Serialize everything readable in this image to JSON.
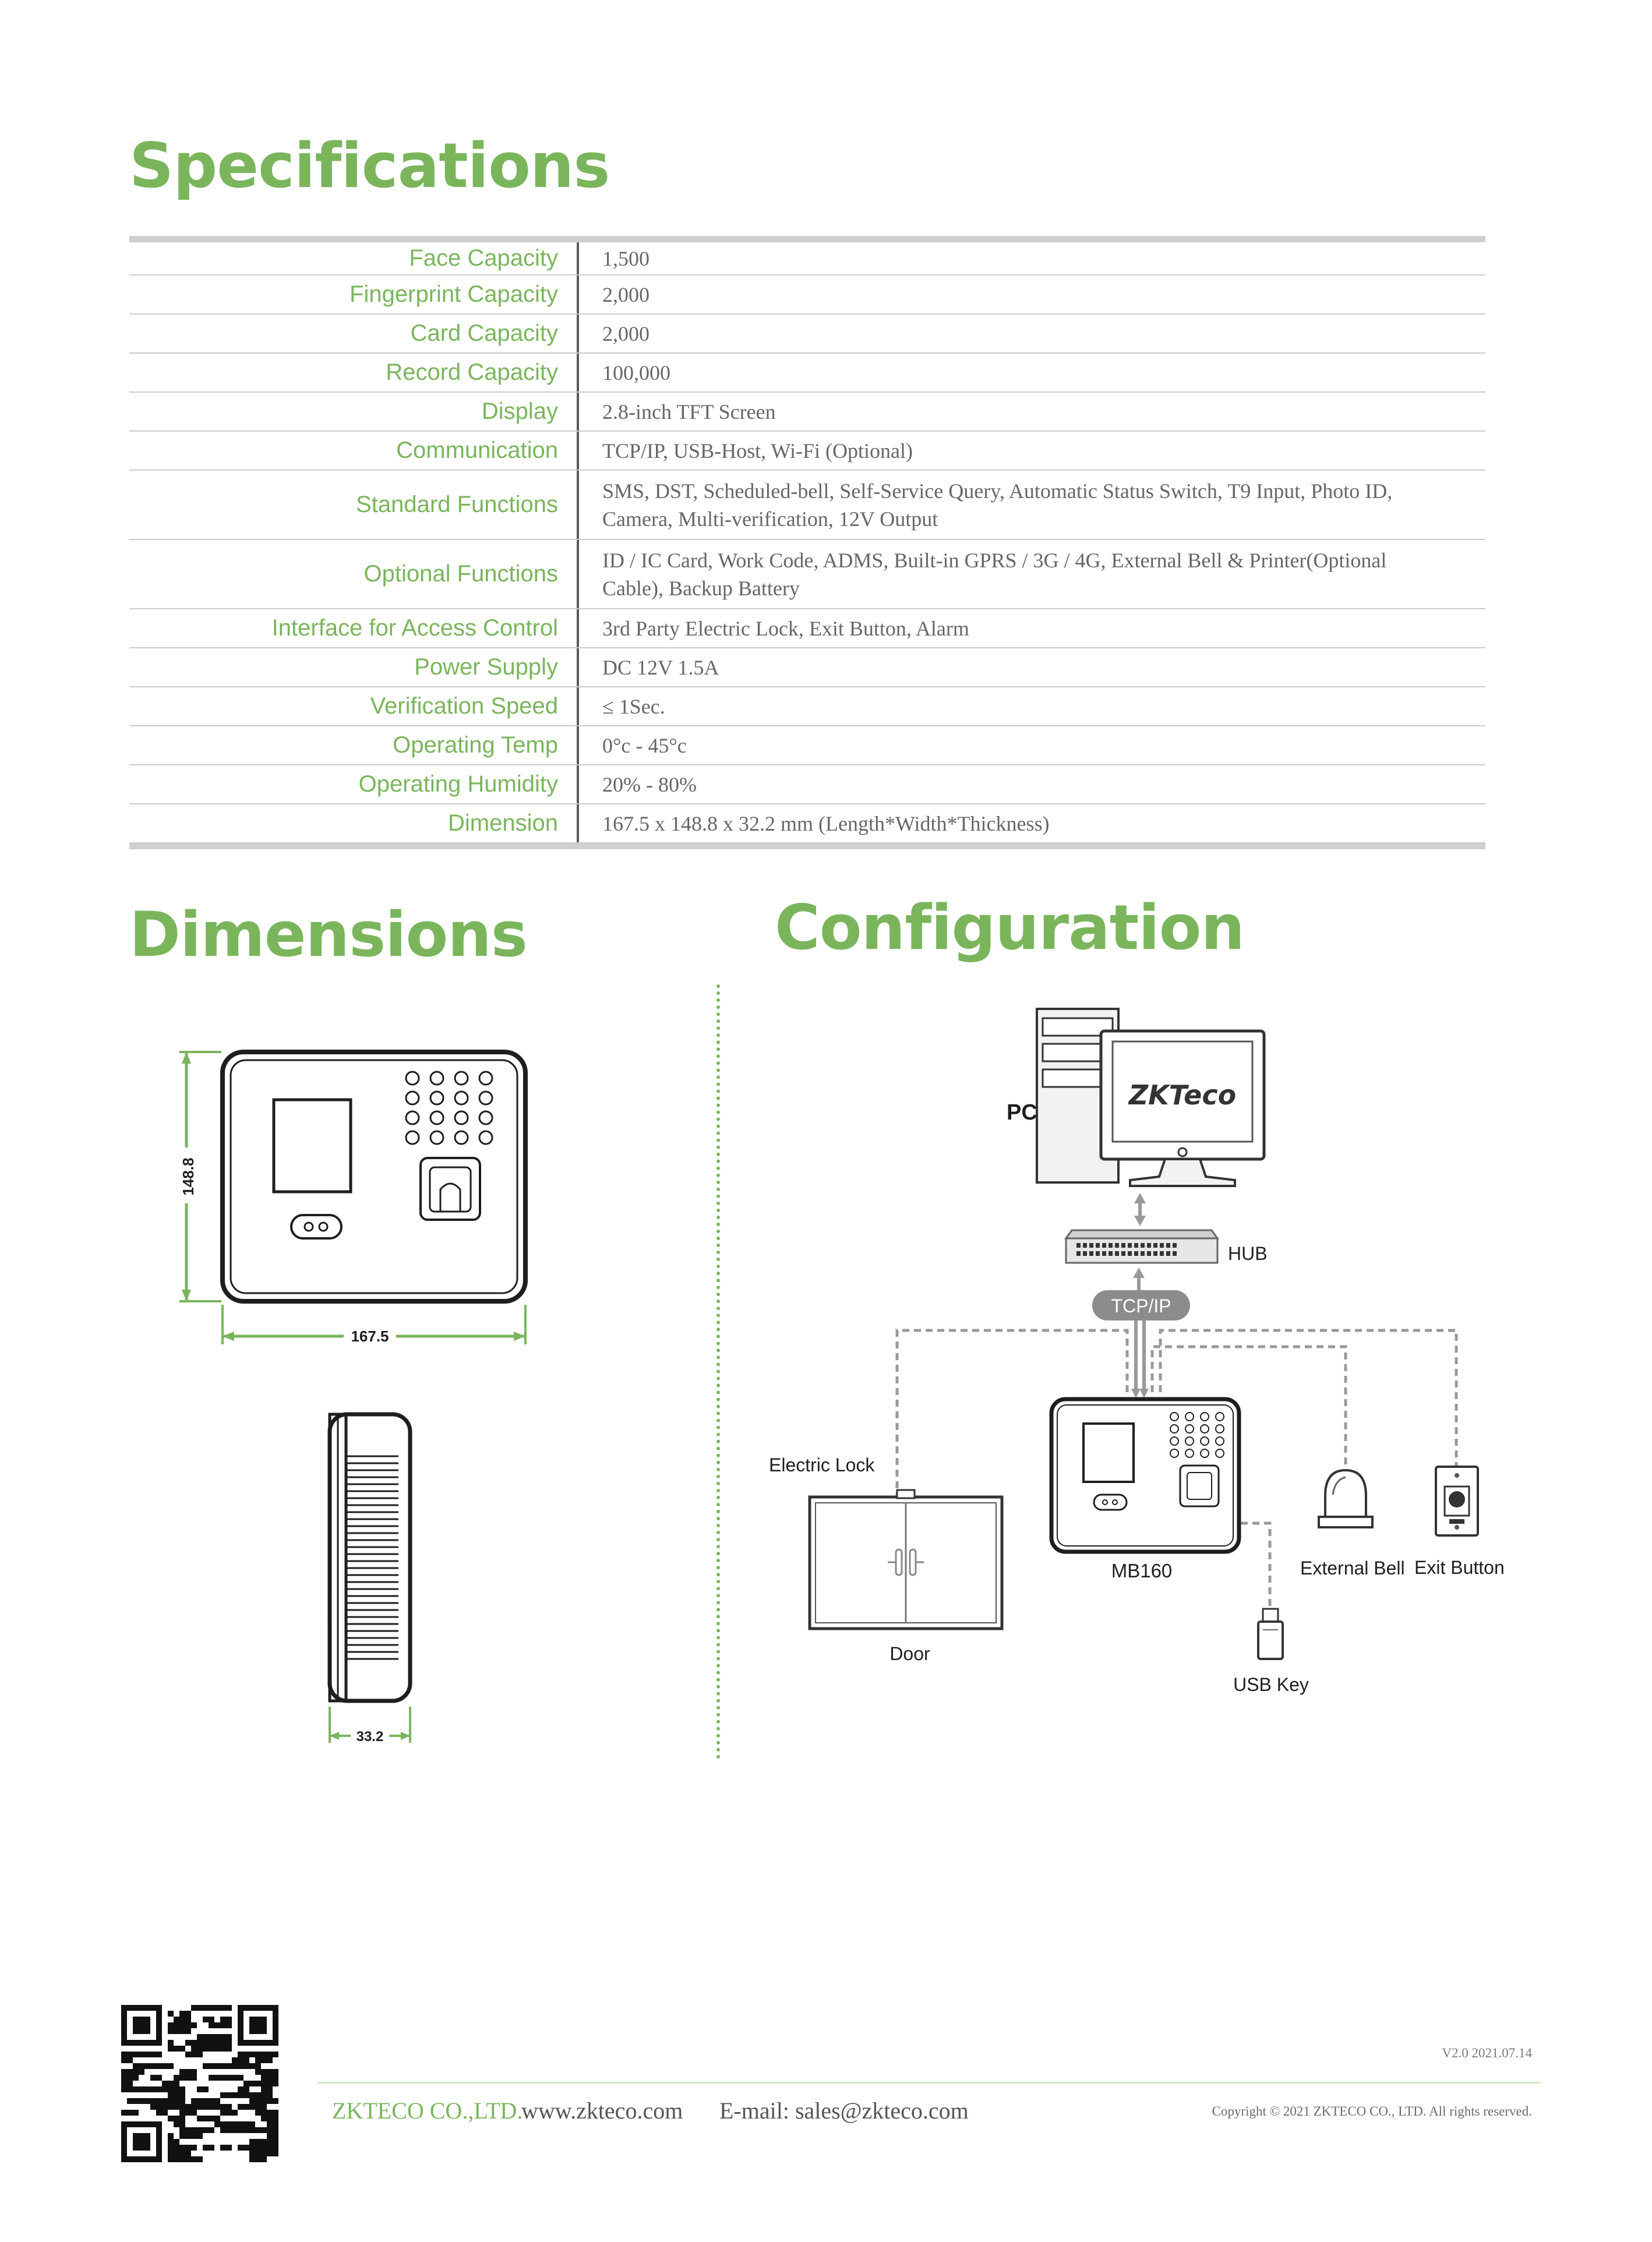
{
  "sections": {
    "specifications": "Specifications",
    "dimensions": "Dimensions",
    "configuration": "Configuration"
  },
  "spec_rows": [
    {
      "label": "Face Capacity",
      "value": "1,500"
    },
    {
      "label": "Fingerprint Capacity",
      "value": "2,000"
    },
    {
      "label": "Card Capacity",
      "value": "2,000"
    },
    {
      "label": "Record Capacity",
      "value": "100,000"
    },
    {
      "label": "Display",
      "value": "2.8-inch TFT Screen"
    },
    {
      "label": "Communication",
      "value": "TCP/IP, USB-Host, Wi-Fi (Optional)"
    },
    {
      "label": "Standard Functions",
      "value": "SMS, DST, Scheduled-bell, Self-Service Query, Automatic Status Switch, T9 Input, Photo ID, Camera, Multi-verification, 12V Output"
    },
    {
      "label": "Optional Functions",
      "value": "ID / IC Card, Work Code, ADMS, Built-in GPRS / 3G / 4G, External Bell & Printer(Optional Cable), Backup Battery"
    },
    {
      "label": "Interface for Access Control",
      "value": "3rd Party Electric Lock, Exit Button, Alarm"
    },
    {
      "label": "Power Supply",
      "value": "DC 12V 1.5A"
    },
    {
      "label": "Verification Speed",
      "value": "≤ 1Sec."
    },
    {
      "label": "Operating Temp",
      "value": "0°c - 45°c"
    },
    {
      "label": "Operating Humidity",
      "value": "20% - 80%"
    },
    {
      "label": "Dimension",
      "value": "167.5 x 148.8 x 32.2 mm (Length*Width*Thickness)"
    }
  ],
  "dimensions": {
    "height": "148.8",
    "width": "167.5",
    "depth": "33.2"
  },
  "configuration": {
    "pc": "PC",
    "logo": "ZKTeco",
    "hub": "HUB",
    "tcpip": "TCP/IP",
    "electric_lock": "Electric Lock",
    "door": "Door",
    "device": "MB160",
    "usb_key": "USB Key",
    "external_bell": "External Bell",
    "exit_button": "Exit Button"
  },
  "colors": {
    "brand_green": "#7ab55c",
    "rule_gray": "#cdcfd1"
  },
  "footer": {
    "version": "V2.0  2021.07.14",
    "company": "ZKTECO CO.,LTD.",
    "website": "www.zkteco.com",
    "email": "E-mail: sales@zkteco.com",
    "copyright": "Copyright © 2021 ZKTECO CO., LTD. All rights reserved.",
    "qr_icon": "qr-code-icon"
  }
}
